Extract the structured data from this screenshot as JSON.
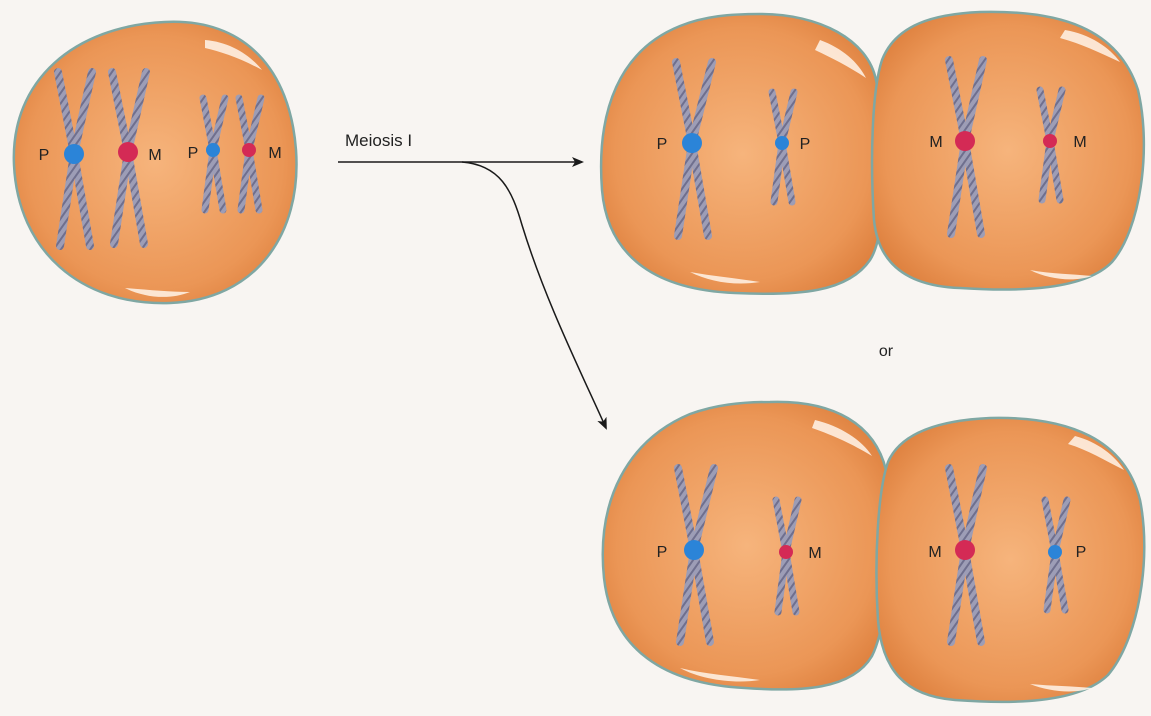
{
  "arrow_label": "Meiosis I",
  "alternative_label": "or",
  "paternal_label": "P",
  "maternal_label": "M",
  "colors": {
    "page_background": "#f8f5f2",
    "cell_fill_center": "#f4ad72",
    "cell_fill_edge": "#e58a48",
    "cell_outline": "#7fa7a3",
    "chromatid": "#8a8aa6",
    "paternal_centromere": "#2b84d8",
    "maternal_centromere": "#d42a55",
    "arrow": "#1a1a1a"
  }
}
